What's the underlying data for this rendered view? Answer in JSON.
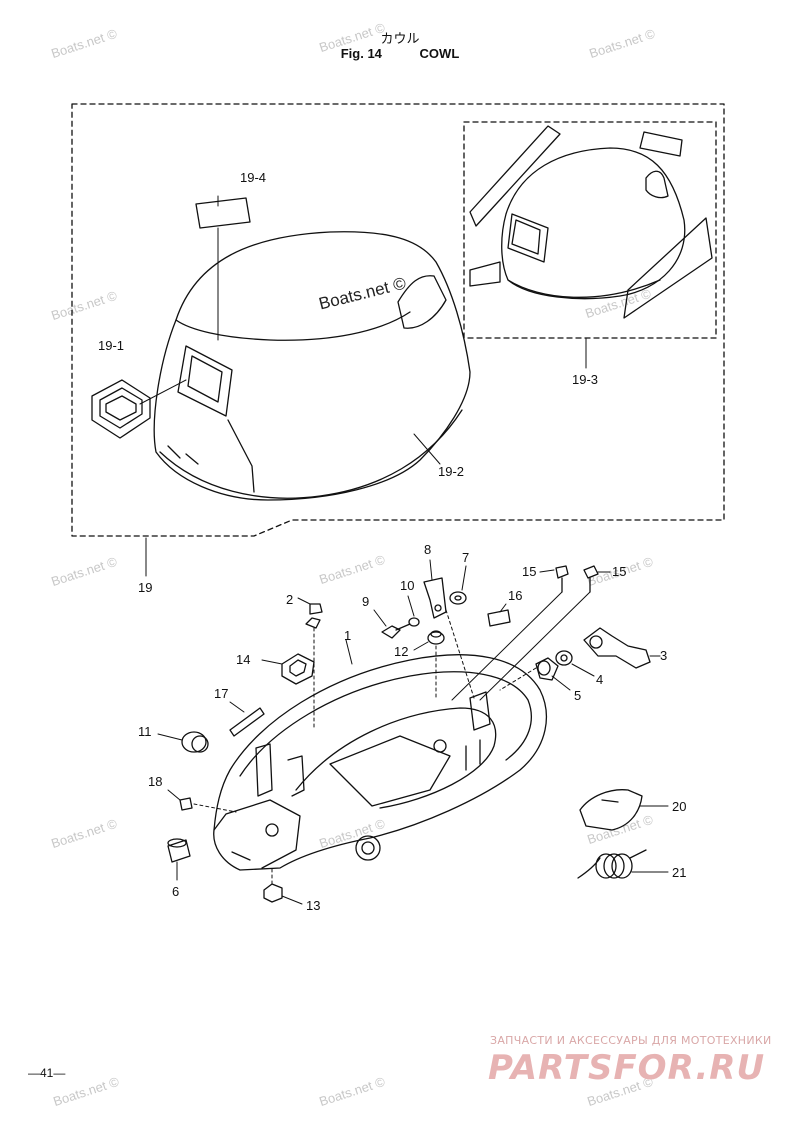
{
  "header": {
    "title_jp": "カウル",
    "fig_label": "Fig. 14",
    "fig_title": "COWL"
  },
  "watermark": {
    "text": "Boats.net ©",
    "center_text": "Boats.net ©"
  },
  "part_labels": {
    "p19": "19",
    "p19_1": "19-1",
    "p19_2": "19-2",
    "p19_3": "19-3",
    "p19_4": "19-4",
    "p1": "1",
    "p2": "2",
    "p3": "3",
    "p4": "4",
    "p5": "5",
    "p6": "6",
    "p7": "7",
    "p8": "8",
    "p9": "9",
    "p10": "10",
    "p11": "11",
    "p12": "12",
    "p13": "13",
    "p14": "14",
    "p15a": "15",
    "p15b": "15",
    "p16": "16",
    "p17": "17",
    "p18": "18",
    "p20": "20",
    "p21": "21"
  },
  "footer": {
    "page_number": "—41—",
    "brand_tagline": "ЗАПЧАСТИ И АКСЕССУАРЫ ДЛЯ МОТОТЕХНИКИ",
    "brand_name": "PARTSFOR.RU"
  }
}
